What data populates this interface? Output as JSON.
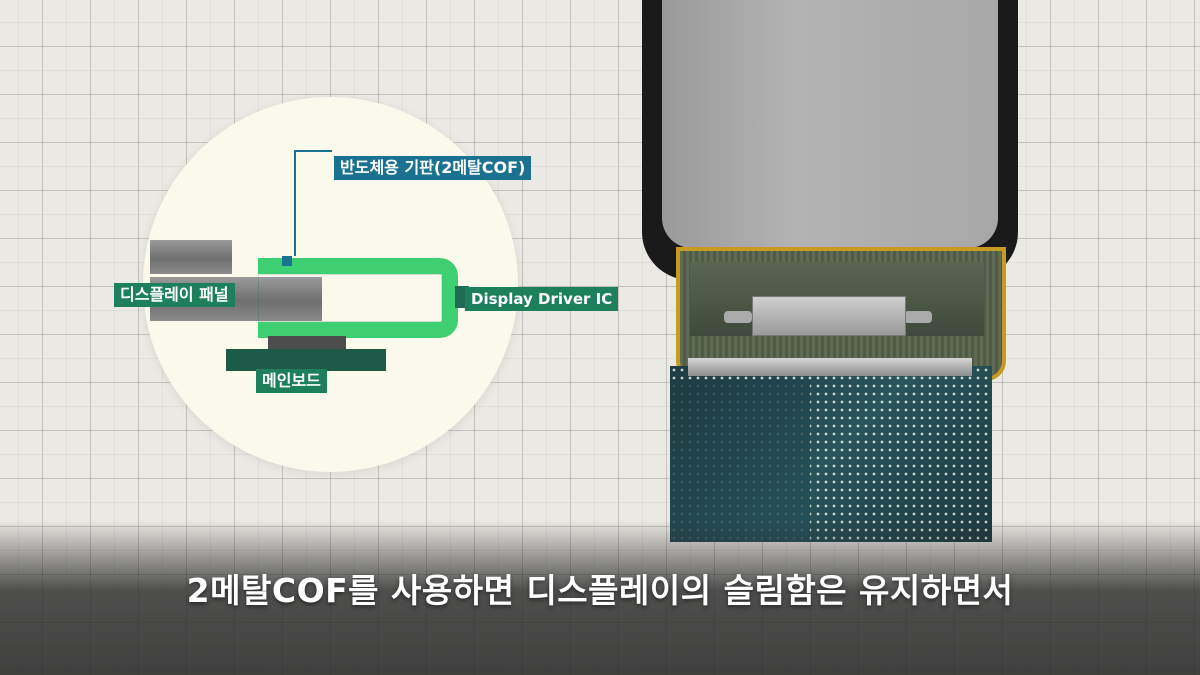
{
  "diagram": {
    "labels": {
      "substrate": "반도체용 기판(2메탈COF)",
      "panel": "디스플레이 패널",
      "driver_ic": "Display Driver IC",
      "mainboard": "메인보드"
    },
    "colors": {
      "substrate_label_bg": "#1b7190",
      "part_label_bg": "#1d7f5c",
      "cof_green": "#3ecf72",
      "circle_bg": "#fbf8ec"
    }
  },
  "subtitle": {
    "text": "2메탈COF를 사용하면 디스플레이의 슬림함은 유지하면서"
  }
}
